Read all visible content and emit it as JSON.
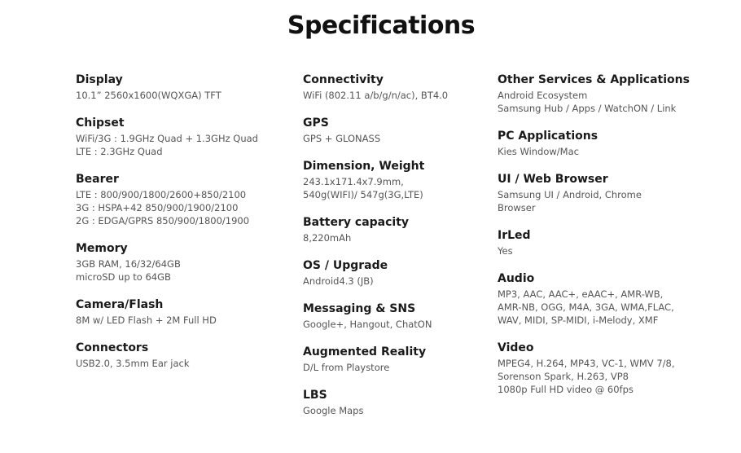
{
  "title": "Specifications",
  "columns": [
    {
      "specs": [
        {
          "title": "Display",
          "lines": [
            "10.1” 2560x1600(WQXGA) TFT"
          ]
        },
        {
          "title": "Chipset",
          "lines": [
            "WiFi/3G : 1.9GHz Quad + 1.3GHz Quad",
            "LTE : 2.3GHz Quad"
          ]
        },
        {
          "title": "Bearer",
          "lines": [
            "LTE : 800/900/1800/2600+850/2100",
            "3G : HSPA+42 850/900/1900/2100",
            "2G : EDGA/GPRS 850/900/1800/1900"
          ]
        },
        {
          "title": "Memory",
          "lines": [
            "3GB RAM, 16/32/64GB",
            "microSD up to 64GB"
          ]
        },
        {
          "title": "Camera/Flash",
          "lines": [
            "8M w/ LED Flash + 2M Full HD"
          ]
        },
        {
          "title": "Connectors",
          "lines": [
            "USB2.0, 3.5mm Ear jack"
          ]
        }
      ]
    },
    {
      "specs": [
        {
          "title": "Connectivity",
          "lines": [
            "WiFi (802.11 a/b/g/n/ac), BT4.0"
          ]
        },
        {
          "title": "GPS",
          "lines": [
            "GPS + GLONASS"
          ]
        },
        {
          "title": "Dimension, Weight",
          "lines": [
            "243.1x171.4x7.9mm,",
            "540g(WIFI)/ 547g(3G,LTE)"
          ]
        },
        {
          "title": "Battery capacity",
          "lines": [
            "8,220mAh"
          ]
        },
        {
          "title": "OS / Upgrade",
          "lines": [
            "Android4.3 (JB)"
          ]
        },
        {
          "title": "Messaging & SNS",
          "lines": [
            "Google+, Hangout, ChatON"
          ]
        },
        {
          "title": "Augmented Reality",
          "lines": [
            "D/L from Playstore"
          ]
        },
        {
          "title": "LBS",
          "lines": [
            "Google Maps"
          ]
        }
      ]
    },
    {
      "specs": [
        {
          "title": "Other Services & Applications",
          "lines": [
            "Android Ecosystem",
            "Samsung Hub / Apps / WatchON / Link"
          ]
        },
        {
          "title": "PC Applications",
          "lines": [
            "Kies Window/Mac"
          ]
        },
        {
          "title": "UI / Web Browser",
          "lines": [
            "Samsung UI / Android, Chrome",
            "Browser"
          ]
        },
        {
          "title": "IrLed",
          "lines": [
            "Yes"
          ]
        },
        {
          "title": "Audio",
          "lines": [
            "MP3, AAC, AAC+, eAAC+, AMR-WB,",
            "AMR-NB, OGG, M4A, 3GA, WMA,FLAC,",
            "WAV, MIDI, SP-MIDI, i-Melody, XMF"
          ]
        },
        {
          "title": "Video",
          "lines": [
            "MPEG4, H.264, MP43, VC-1, WMV 7/8,",
            "Sorenson Spark, H.263, VP8",
            "1080p Full HD video @ 60fps"
          ]
        }
      ]
    }
  ]
}
